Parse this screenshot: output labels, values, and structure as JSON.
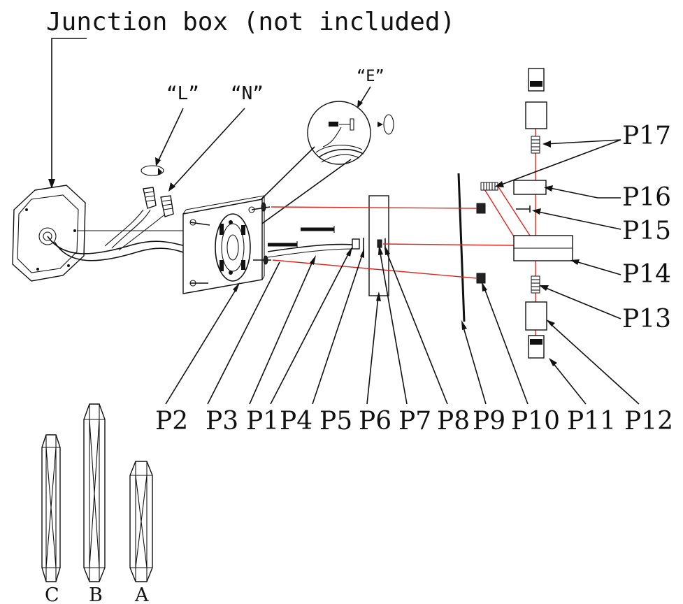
{
  "diagram": {
    "title": "Junction box (not included)",
    "wire_labels": {
      "live": "“L”",
      "neutral": "“N”",
      "earth": "“E”"
    },
    "part_labels": {
      "p1": "P1",
      "p2": "P2",
      "p3": "P3",
      "p4": "P4",
      "p5": "P5",
      "p6": "P6",
      "p7": "P7",
      "p8": "P8",
      "p9": "P9",
      "p10": "P10",
      "p11": "P11",
      "p12": "P12",
      "p13": "P13",
      "p14": "P14",
      "p15": "P15",
      "p16": "P16",
      "p17": "P17"
    },
    "crystal_labels": {
      "c": "C",
      "b": "B",
      "a": "A"
    },
    "colors": {
      "line": "#111111",
      "alignment": "#e0261f",
      "background": "#ffffff"
    }
  }
}
